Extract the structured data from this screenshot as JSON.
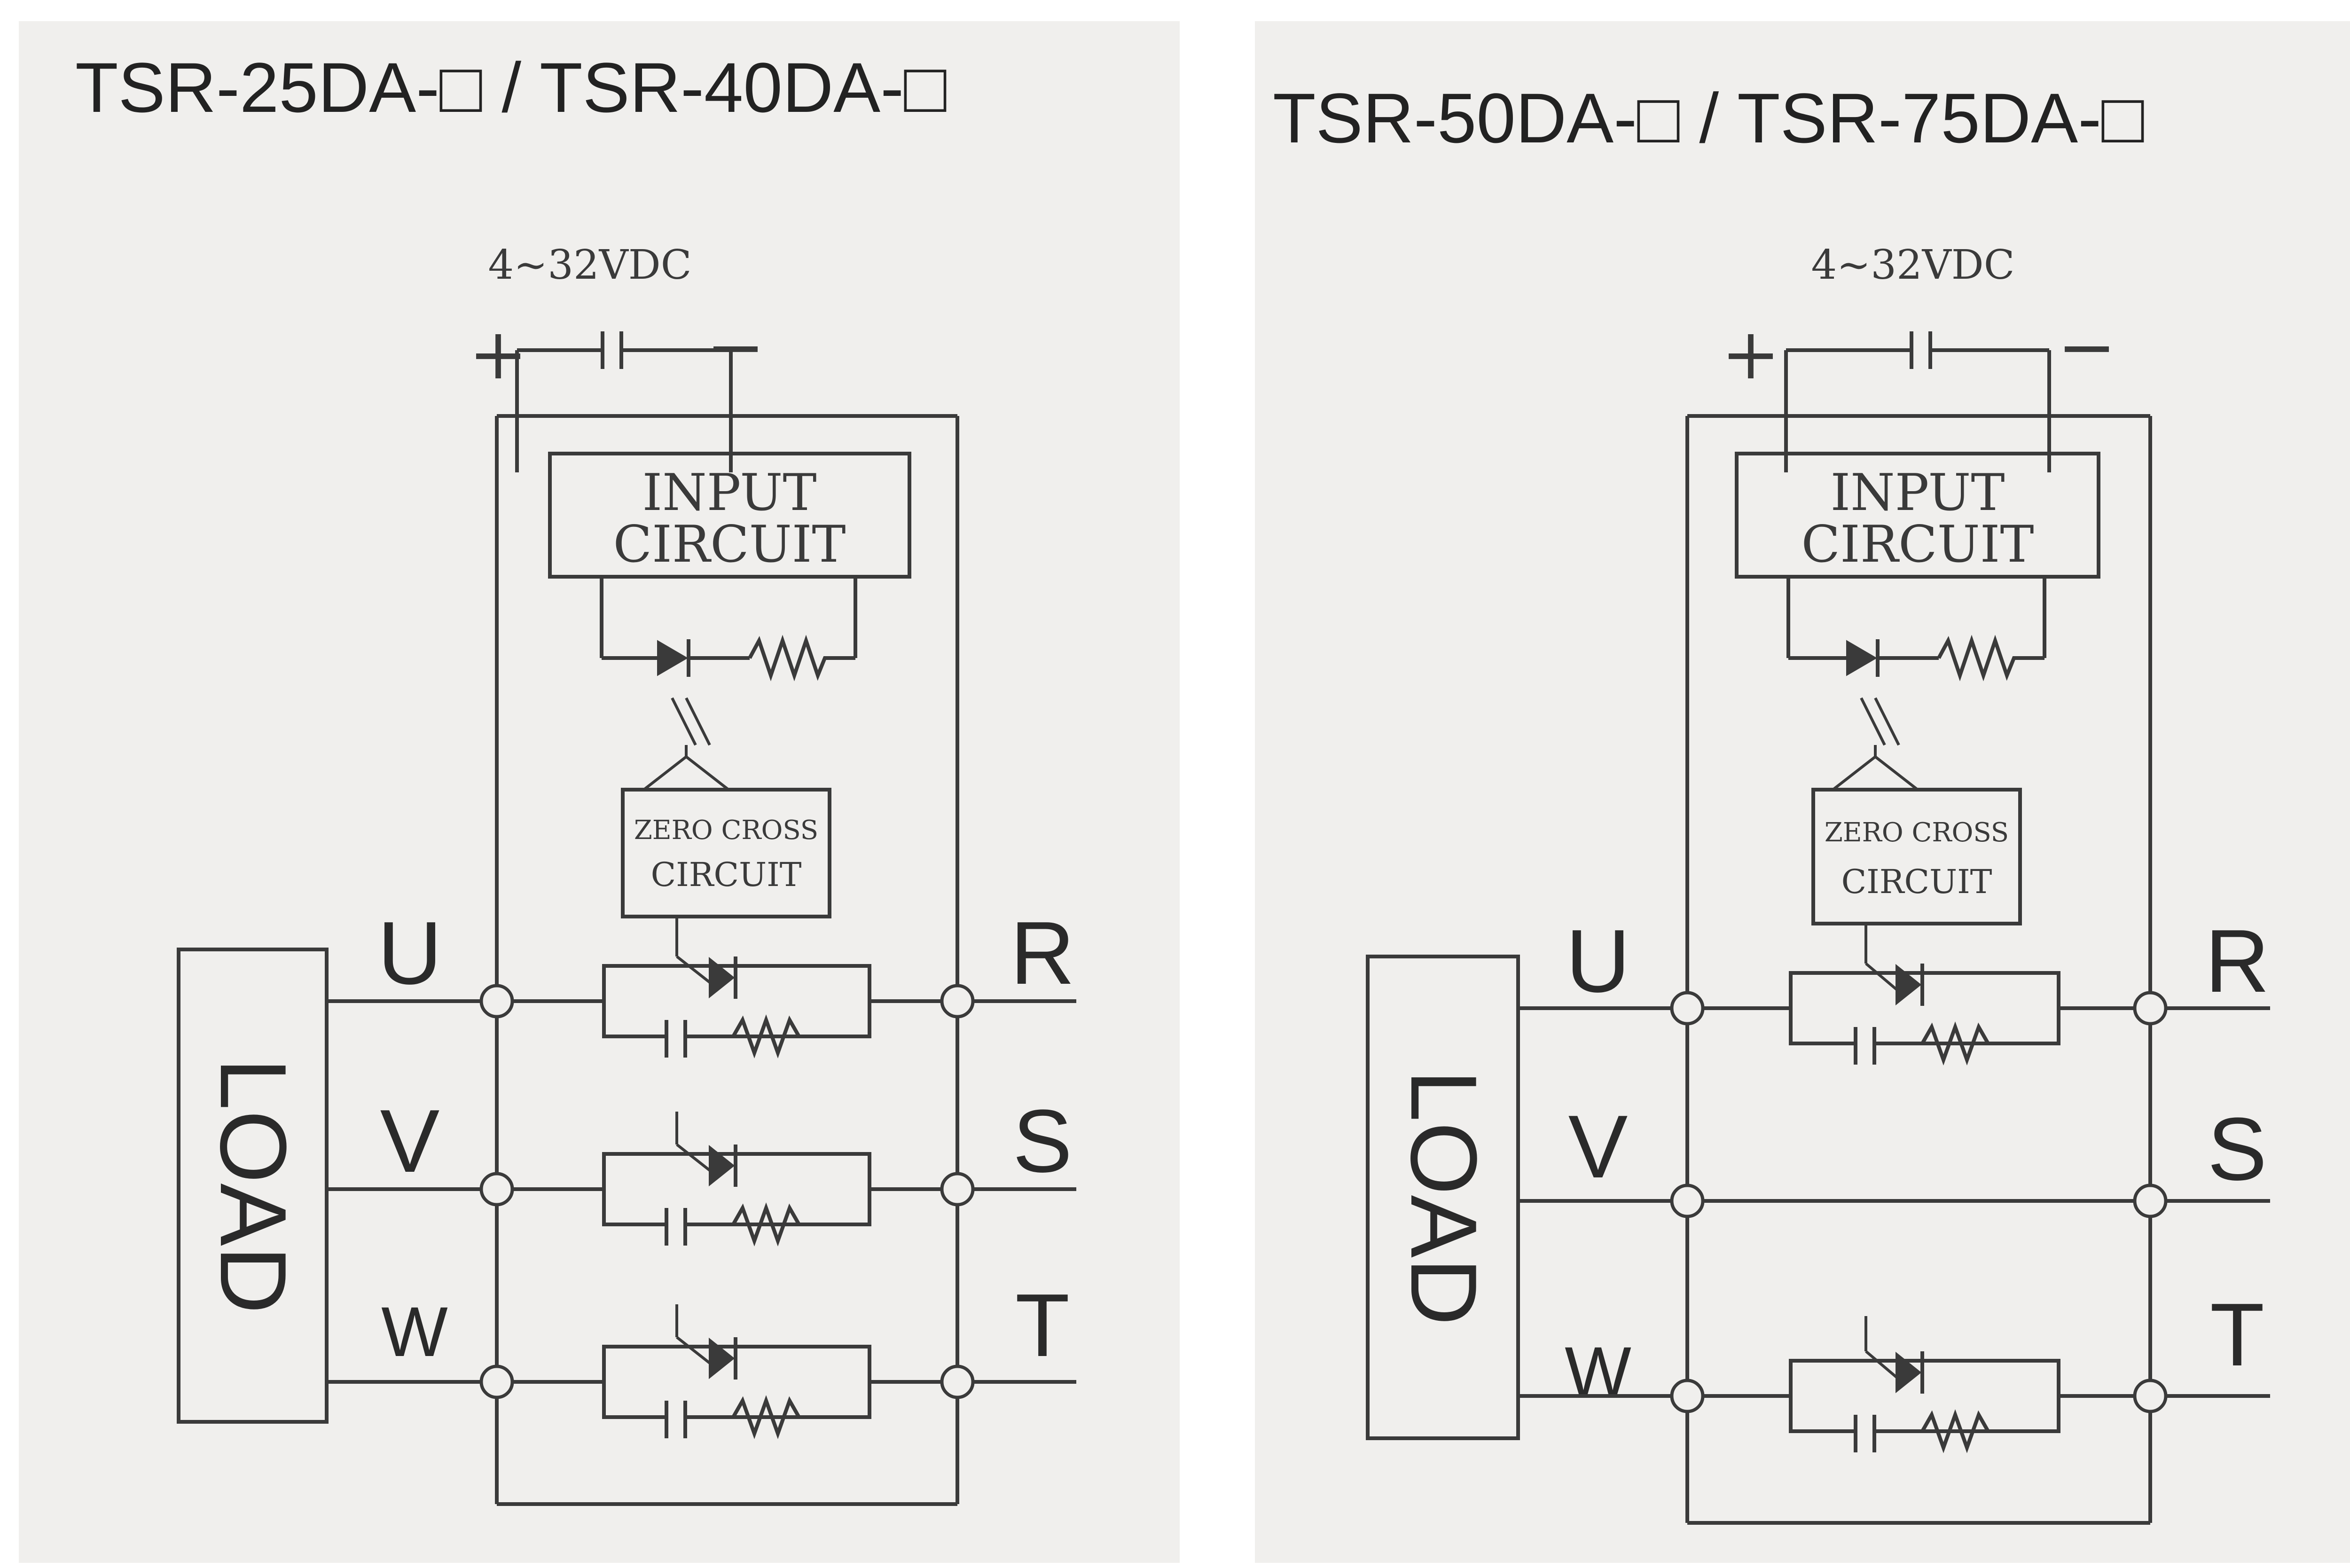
{
  "diagrams": [
    {
      "title": "TSR-25DA-□ / TSR-40DA-□",
      "supply_label": "4~32VDC",
      "plus": "+",
      "minus": "−",
      "input_circuit": [
        "INPUT",
        "CIRCUIT"
      ],
      "zero_cross": [
        "ZERO CROSS",
        "CIRCUIT"
      ],
      "load_label": "LOAD",
      "load_terminals": [
        "U",
        "V",
        "W"
      ],
      "line_terminals": [
        "R",
        "S",
        "T"
      ],
      "switched_phases": [
        "U",
        "V",
        "W"
      ]
    },
    {
      "title": "TSR-50DA-□ / TSR-75DA-□",
      "supply_label": "4~32VDC",
      "plus": "+",
      "minus": "−",
      "input_circuit": [
        "INPUT",
        "CIRCUIT"
      ],
      "zero_cross": [
        "ZERO CROSS",
        "CIRCUIT"
      ],
      "load_label": "LOAD",
      "load_terminals": [
        "U",
        "V",
        "W"
      ],
      "line_terminals": [
        "R",
        "S",
        "T"
      ],
      "switched_phases": [
        "U",
        "W"
      ]
    }
  ],
  "colors": {
    "panel": "#f0efed",
    "line": "#3a3a3a",
    "text": "#222222"
  }
}
